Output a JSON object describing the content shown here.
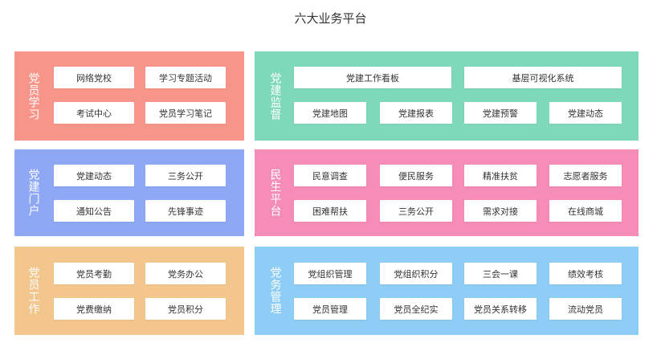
{
  "title": "六大业务平台",
  "panels": [
    {
      "label": "党员学习",
      "color": "#f8958a",
      "buttons": [
        "网络党校",
        "学习专题活动",
        "考试中心",
        "党员学习笔记"
      ]
    },
    {
      "label": "党建监督",
      "color": "#7ed9bb",
      "buttons": [
        "党建工作看板",
        "基层可视化系统",
        "党建地图",
        "党建报表",
        "党建预警",
        "党建动态"
      ]
    },
    {
      "label": "党建门户",
      "color": "#8fa8f5",
      "buttons": [
        "党建动态",
        "三务公开",
        "通知公告",
        "先锋事迹"
      ]
    },
    {
      "label": "民生平台",
      "color": "#f58db8",
      "buttons": [
        "民意调查",
        "便民服务",
        "精准扶贫",
        "志愿者服务",
        "困难帮扶",
        "三务公开",
        "需求对接",
        "在线商城"
      ]
    },
    {
      "label": "党员工作",
      "color": "#f2c68c",
      "buttons": [
        "党员考勤",
        "党务办公",
        "党费缴纳",
        "党员积分"
      ]
    },
    {
      "label": "党务管理",
      "color": "#8ecdf5",
      "buttons": [
        "党组织管理",
        "党组织积分",
        "三会一课",
        "绩效考核",
        "党员管理",
        "党员全纪实",
        "党员关系转移",
        "流动党员"
      ]
    }
  ]
}
